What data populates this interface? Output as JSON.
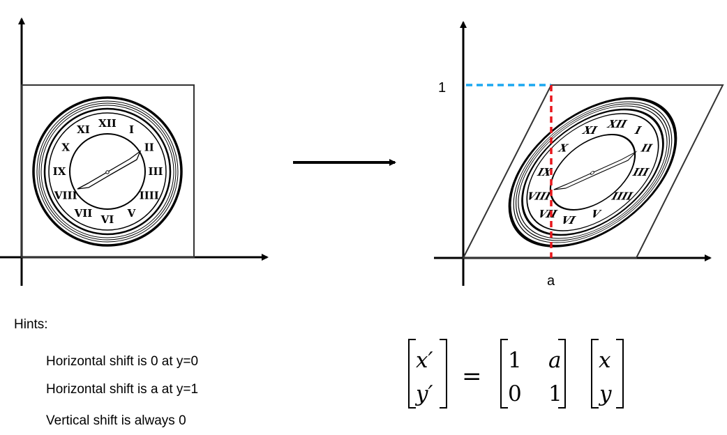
{
  "left_figure": {},
  "right_figure": {
    "y_label": "1",
    "x_label": "a",
    "guide_colors": {
      "horizontal": "#1aa7f0",
      "vertical": "#e8171c"
    }
  },
  "clock": {
    "numerals": [
      "XII",
      "I",
      "II",
      "III",
      "IIII",
      "V",
      "VI",
      "VII",
      "VIII",
      "IX",
      "X",
      "XI"
    ]
  },
  "hints": {
    "title": "Hints:",
    "items": [
      "Horizontal shift is 0 at y=0",
      "Horizontal shift is a at y=1",
      "Vertical shift is always 0"
    ]
  },
  "equation": {
    "lhs": [
      "x′",
      "y′"
    ],
    "equals": "=",
    "matrix": [
      [
        "1",
        "a"
      ],
      [
        "0",
        "1"
      ]
    ],
    "rhs": [
      "x",
      "y"
    ]
  }
}
